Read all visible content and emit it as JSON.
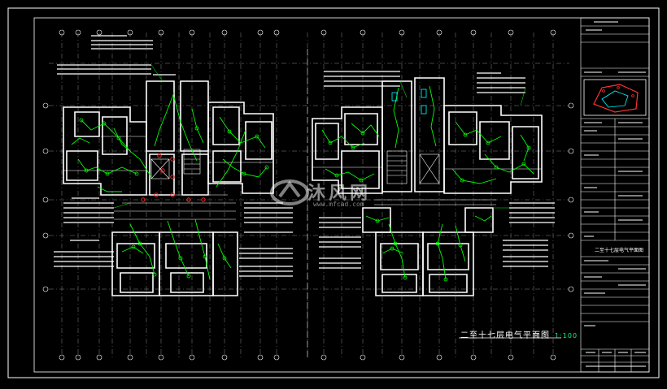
{
  "drawing": {
    "title": "二至十七层电气平面图",
    "scale": "1:100"
  },
  "watermark": {
    "text": "沐风网",
    "url": "www.mfcad.com"
  },
  "title_block": {
    "sheet_title": "二至十七层电气平面图"
  },
  "colors": {
    "background": "#000000",
    "walls": "#ffffff",
    "circuits": "#00ff00",
    "annotations": "#ffffff",
    "grid": "#9a9a9a",
    "emergency": "#ff2a2a",
    "riser": "#00ffff",
    "title_block_plan": "#ff3333"
  }
}
